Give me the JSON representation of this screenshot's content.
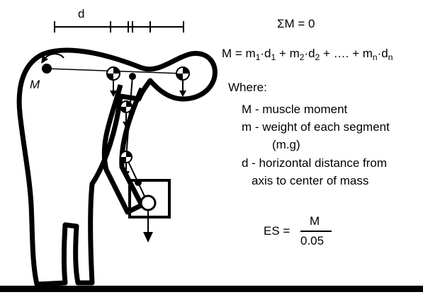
{
  "labels": {
    "distance": "d",
    "moment": "M"
  },
  "equations": {
    "sum_lhs": "ΣM = 0",
    "moment_lhs": "M = m",
    "s1": "1",
    "t1": "·d",
    "s2": "1",
    "t2": " + m",
    "s3": "2",
    "t3": "·d",
    "s4": "2",
    "t4": " + …. + m",
    "s5": "n",
    "t5": "·d",
    "s6": "n"
  },
  "legend": {
    "where": "Where:",
    "m_upper": "M - muscle moment",
    "m_lower": "m - weight of each segment",
    "m_lower_cont": "(m.g)",
    "d_line1": "d - horizontal distance from",
    "d_line2": "axis to center of mass"
  },
  "es": {
    "lhs": "ES =",
    "numerator": "M",
    "denominator": "0.05"
  }
}
